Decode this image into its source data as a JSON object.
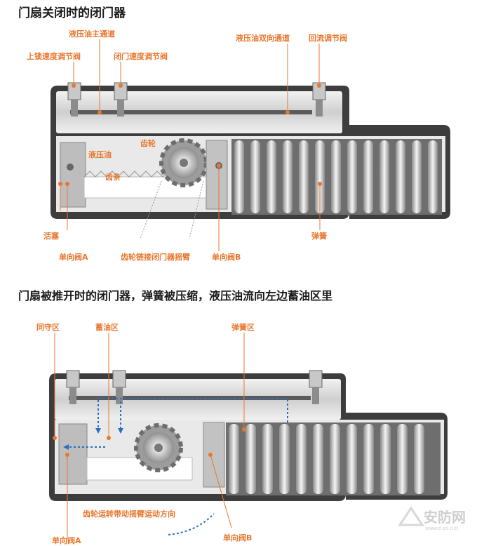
{
  "headings": {
    "closed_title": "门扇关闭时的闭门器",
    "opened_title": "门扇被推开时的闭门器，弹簧被压缩，液压油流向左边蓄油区里"
  },
  "closed_diagram": {
    "labels": {
      "main_channel": "液压油主通道",
      "lock_speed_valve": "上锁速度调节阀",
      "close_speed_valve": "闭门速度调节阀",
      "two_way_channel": "液压油双向通道",
      "return_valve": "回流调节阀",
      "hydraulic_oil": "液压油",
      "gear": "齿轮",
      "rack": "齿条",
      "piston": "活塞",
      "check_valve_a": "单向阀A",
      "gear_link": "齿轮链接闭门器摇臂",
      "check_valve_b": "单向阀B",
      "spring": "弹簧"
    }
  },
  "opened_diagram": {
    "labels": {
      "holding_zone": "同守区",
      "oil_storage_zone": "蓄油区",
      "spring_zone": "弹簧区",
      "gear_motion": "齿轮运转带动摇臂运动方向",
      "check_valve_a": "单向阀A",
      "check_valve_b": "单向阀B"
    }
  },
  "watermark": {
    "text": "安防网",
    "url": "www.e-ps.net"
  },
  "colors": {
    "accent": "#e8772e",
    "flow": "#2a6fc4",
    "body": "#3d3d3d"
  }
}
